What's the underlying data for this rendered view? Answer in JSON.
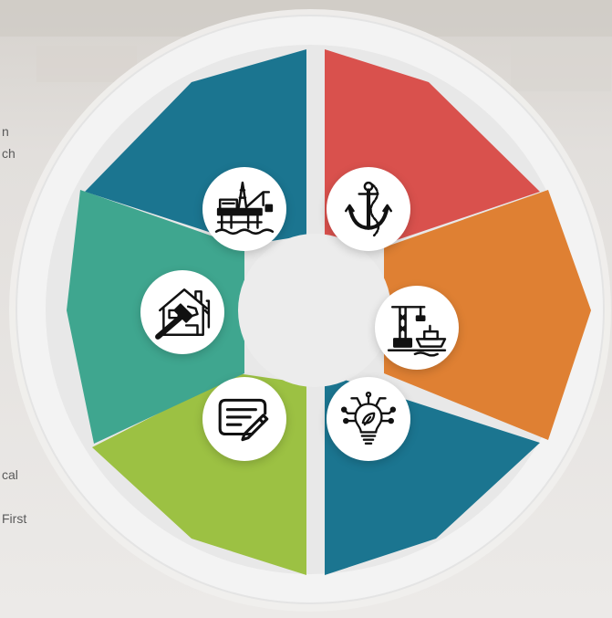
{
  "background_text": [
    "n",
    "ch",
    "cal",
    "First"
  ],
  "colors": {
    "segment_top_left": "#1b7590",
    "segment_top_right": "#d9514d",
    "segment_right": "#df8033",
    "segment_bottom_right": "#1b7590",
    "segment_bottom_left": "#9cc143",
    "segment_left": "#3fa68f",
    "ring": "#f3f3f3"
  },
  "icons": [
    "offshore-oil-rig-icon",
    "anchor-rope-icon",
    "port-crane-ship-icon",
    "lightbulb-leaf-circuit-icon",
    "document-edit-icon",
    "house-hammer-icon"
  ]
}
